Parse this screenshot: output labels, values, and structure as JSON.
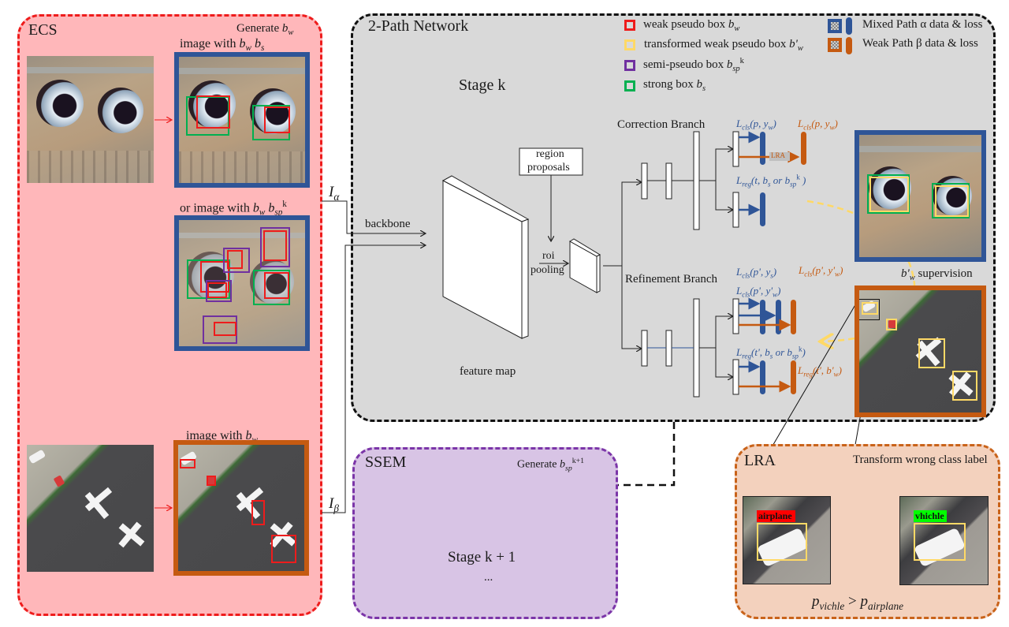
{
  "ecs": {
    "title": "ECS",
    "generate_label": "Generate",
    "generate_var": "b",
    "generate_sub": "w",
    "img1_caption_prefix": "image with",
    "img2_caption_prefix": "or image with",
    "img3_caption_prefix": "image with",
    "I_alpha": "I",
    "I_alpha_sub": "α",
    "I_beta": "I",
    "I_beta_sub": "β"
  },
  "network": {
    "title": "2-Path Network",
    "stage": "Stage k",
    "backbone": "backbone",
    "feature_map": "feature map",
    "region_proposals_1": "region",
    "region_proposals_2": "proposals",
    "roi_1": "roi",
    "roi_2": "pooling",
    "correction_branch": "Correction Branch",
    "refinement_branch": "Refinement Branch",
    "lra_tag": "LRA",
    "supervision": "supervision",
    "losses": {
      "corr_cls_blue": "L_cls(p, y_w)",
      "corr_cls_orange": "L_cls(p, y_w)",
      "corr_reg_blue": "L_reg(t, b_s or b_sp^k )",
      "ref_cls_blue_1": "L_cls(p', y_s)",
      "ref_cls_blue_2": "L_cls(p', y'_w)",
      "ref_cls_orange": "L_cls(p', y'_w)",
      "ref_reg_blue": "L_reg(t', b_s or b_sp^k)",
      "ref_reg_orange": "L_reg(t', b'_w)"
    }
  },
  "legend": {
    "items": [
      {
        "label": "weak pseudo box",
        "var": "b",
        "sub": "w",
        "sup": "",
        "prime": false,
        "color": "#ee1c1c"
      },
      {
        "label": "transformed weak pseudo box",
        "var": "b",
        "sub": "w",
        "sup": "",
        "prime": true,
        "color": "#ffd966"
      },
      {
        "label": "semi-pseudo box",
        "var": "b",
        "sub": "sp",
        "sup": "k",
        "prime": false,
        "color": "#7030a0"
      },
      {
        "label": "strong box",
        "var": "b",
        "sub": "s",
        "sup": "",
        "prime": false,
        "color": "#00b050"
      }
    ],
    "paths": [
      {
        "label": "Mixed Path α data & loss",
        "color": "#2f5597"
      },
      {
        "label": "Weak Path β data & loss",
        "color": "#c55a11"
      }
    ]
  },
  "ssem": {
    "title": "SSEM",
    "generate_label": "Generate",
    "generate_var": "b",
    "generate_sub": "sp",
    "generate_sup": "k+1",
    "next_stage": "Stage k + 1",
    "ellipsis": "..."
  },
  "lra": {
    "title": "LRA",
    "subtitle": "Transform wrong class label",
    "wrong_label": "airplane",
    "correct_label": "vhichle",
    "wrong_color": "#ff0000",
    "correct_color": "#00ff00",
    "formula_left": "p",
    "formula_left_sub": "vichle",
    "formula_op": ">",
    "formula_right": "p",
    "formula_right_sub": "airplane"
  },
  "colors": {
    "blue": "#2f5597",
    "orange": "#c55a11",
    "weak_red": "#ee1c1c",
    "yellow": "#ffd966",
    "purple": "#7030a0",
    "green": "#00b050"
  }
}
